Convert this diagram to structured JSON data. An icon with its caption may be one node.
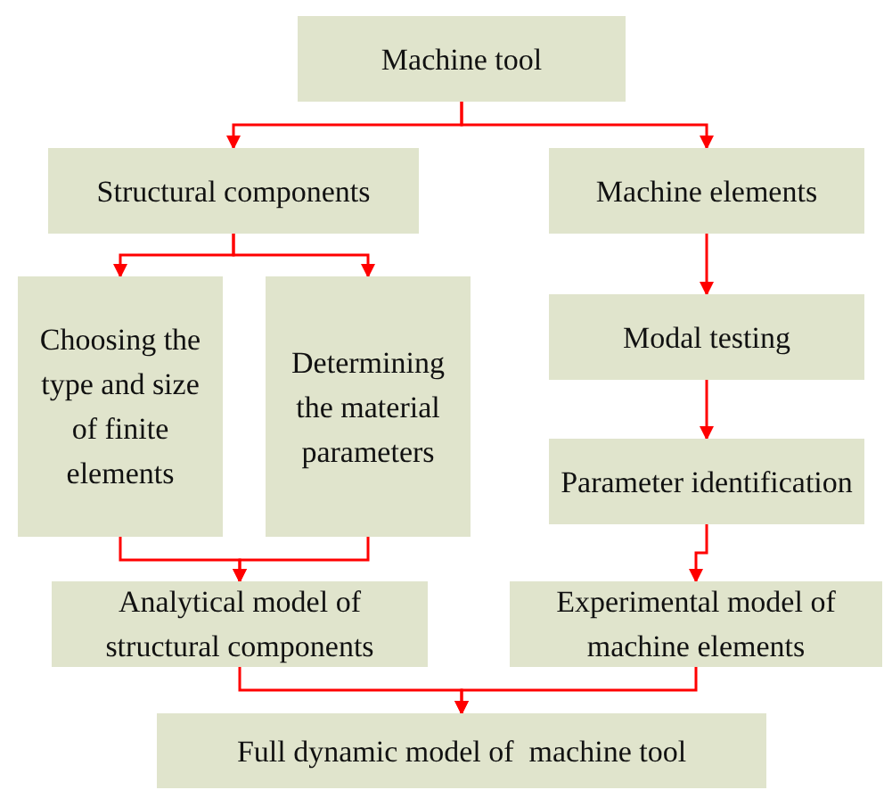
{
  "diagram": {
    "nodes": [
      {
        "text": [
          "Machine tool"
        ]
      },
      {
        "text": [
          "Structural components"
        ]
      },
      {
        "text": [
          "Machine elements"
        ]
      },
      {
        "text": [
          "Choosing the type and size of finite elements"
        ]
      },
      {
        "text": [
          "Determining the material parameters"
        ]
      },
      {
        "text": [
          "Modal testing"
        ]
      },
      {
        "text": [
          "Parameter identification"
        ]
      },
      {
        "text": [
          "Analytical model of structural components"
        ]
      },
      {
        "text": [
          "Experimental model of machine elements"
        ]
      },
      {
        "text": [
          "Full dynamic model of  machine tool"
        ]
      }
    ],
    "edges": [
      {
        "from": 0,
        "to": 1,
        "arrow": "to"
      },
      {
        "from": 0,
        "to": 2,
        "arrow": "to"
      },
      {
        "from": 1,
        "to": 3,
        "arrow": "to"
      },
      {
        "from": 1,
        "to": 4,
        "arrow": "to"
      },
      {
        "from": 2,
        "to": 5,
        "arrow": "to"
      },
      {
        "from": 5,
        "to": 6,
        "arrow": "to"
      },
      {
        "from": 3,
        "to": 7,
        "arrow": "to"
      },
      {
        "from": 4,
        "to": 7,
        "arrow": "to"
      },
      {
        "from": 6,
        "to": 8,
        "arrow": "to"
      },
      {
        "from": 7,
        "to": 9,
        "arrow": "to"
      },
      {
        "from": 8,
        "to": 9,
        "arrow": "to"
      }
    ]
  }
}
